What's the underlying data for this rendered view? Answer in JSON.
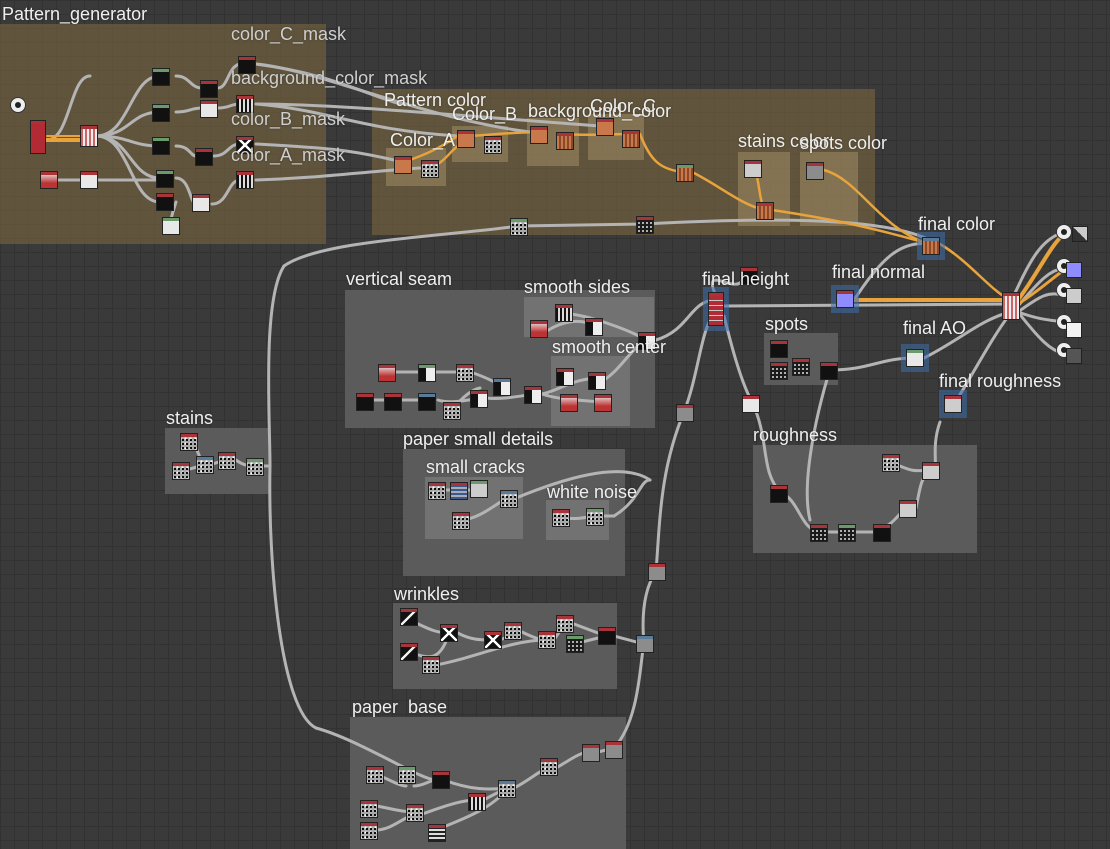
{
  "frames": {
    "pattern_generator": "Pattern_generator",
    "pattern_color": "Pattern color",
    "color_a": "Color_A",
    "color_b": "Color_B",
    "background_color": "background_color",
    "color_c": "Color_C",
    "stains_color": "stains color",
    "spots_color": "spots color",
    "final_color": "final color",
    "final_height": "final height",
    "final_normal": "final normal",
    "final_ao": "final AO",
    "final_roughness": "final roughness",
    "vertical_seam": "vertical seam",
    "smooth_sides": "smooth sides",
    "smooth_center": "smooth center",
    "spots": "spots",
    "roughness": "roughness",
    "stains": "stains",
    "paper_small_details": "paper small details",
    "small_cracks": "small cracks",
    "white_noise": "white noise",
    "wrinkles": "wrinkles",
    "paper_base": "paper  base"
  },
  "mask_labels": {
    "color_c_mask": "color_C_mask",
    "background_color_mask": "background_color_mask",
    "color_b_mask": "color_B_mask",
    "color_a_mask": "color_A_mask"
  },
  "colors": {
    "wire": "#b4b4b4",
    "wire_orange": "#e8a33c",
    "frame_tan": "#7a6640",
    "frame_gray": "#5b5b5b",
    "node_header_red": "#a8343a",
    "grid_bg": "#3a3a3a"
  },
  "outputs": [
    "base-color-output",
    "normal-output",
    "height-output",
    "roughness-output",
    "metallic-output",
    "ao-output"
  ]
}
